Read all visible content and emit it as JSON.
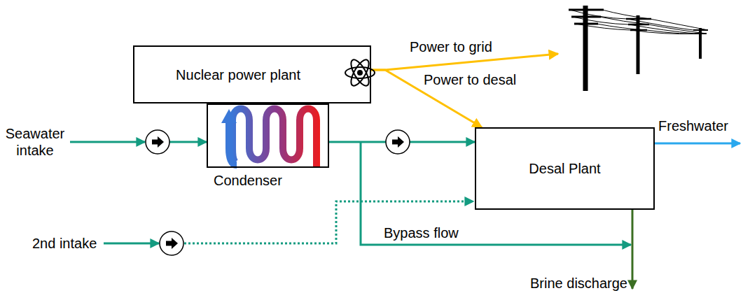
{
  "diagram": {
    "nodes": [
      {
        "text": [
          "Nuclear power plant"
        ]
      },
      {
        "text": [
          "Condenser"
        ]
      },
      {
        "text": [
          "Desal Plant"
        ]
      }
    ],
    "edges": [
      {
        "from": 1,
        "to": 2,
        "arrow": "to"
      },
      {
        "from": 0,
        "to": 2,
        "label": "Power to desal",
        "arrow": "to"
      }
    ],
    "labels": [
      "Seawater intake",
      "2nd intake",
      "Power to grid",
      "Freshwater",
      "Bypass flow",
      "Brine discharge"
    ]
  }
}
